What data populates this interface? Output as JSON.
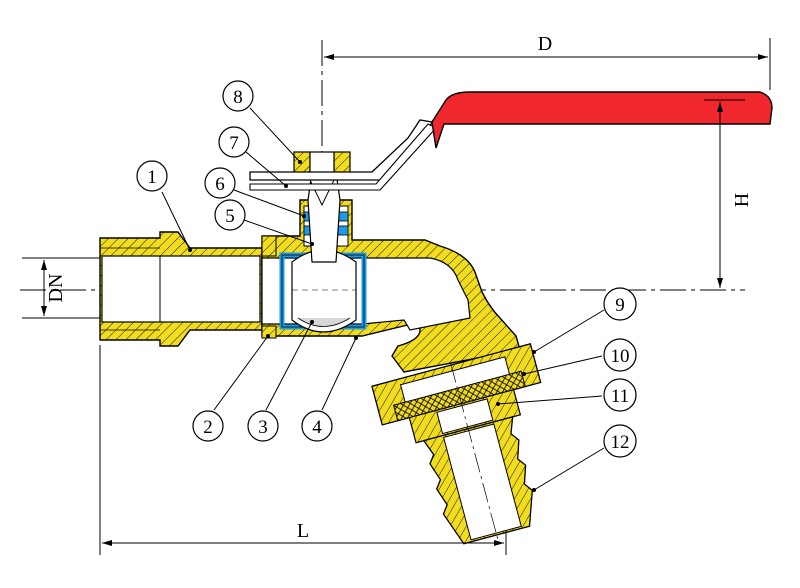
{
  "dimensions": {
    "D": "D",
    "H": "H",
    "L": "L",
    "DN": "DN"
  },
  "callouts": [
    {
      "id": "1",
      "label": "1"
    },
    {
      "id": "2",
      "label": "2"
    },
    {
      "id": "3",
      "label": "3"
    },
    {
      "id": "4",
      "label": "4"
    },
    {
      "id": "5",
      "label": "5"
    },
    {
      "id": "6",
      "label": "6"
    },
    {
      "id": "7",
      "label": "7"
    },
    {
      "id": "8",
      "label": "8"
    },
    {
      "id": "9",
      "label": "9"
    },
    {
      "id": "10",
      "label": "10"
    },
    {
      "id": "11",
      "label": "11"
    },
    {
      "id": "12",
      "label": "12"
    }
  ],
  "colors": {
    "brass": "#F2DC1E",
    "handle": "#F0282D",
    "seal": "#1E9BE6",
    "line": "#000000"
  }
}
